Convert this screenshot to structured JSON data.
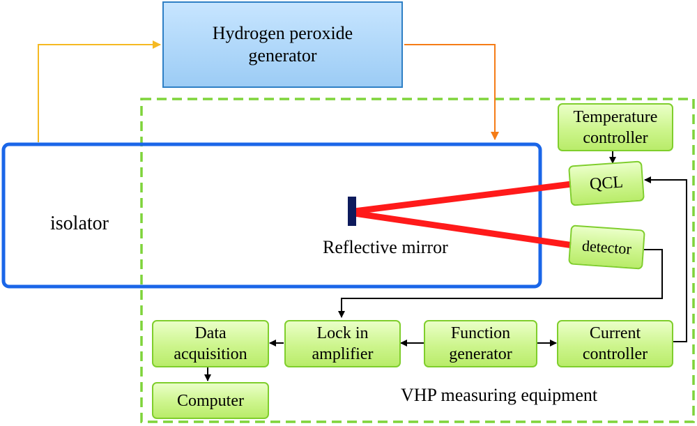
{
  "diagram": {
    "generator": "Hydrogen peroxide generator",
    "isolator": "isolator",
    "mirror": "Reflective mirror",
    "temperature_controller": "Temperature controller",
    "qcl": "QCL",
    "detector": "detector",
    "data_acquisition": "Data acquisition",
    "lock_in": "Lock in amplifier",
    "function_generator": "Function generator",
    "current_controller": "Current controller",
    "computer": "Computer",
    "equipment_label": "VHP measuring equipment"
  },
  "colors": {
    "beam": "#ff1a1a",
    "isolator_border": "#1a66e8",
    "dashed_region": "#7ed43a",
    "feed_in_line": "#f5b922",
    "feed_out_line": "#f57c16",
    "green_box_border": "#7fce2c",
    "generator_border": "#2e7fc5",
    "mirror": "#0d1a5c"
  }
}
